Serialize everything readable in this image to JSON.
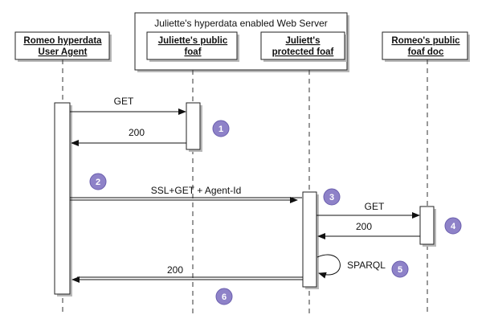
{
  "server_group": {
    "title": "Juliette's hyperdata enabled Web Server"
  },
  "participants": [
    {
      "id": "romeo-agent",
      "line1": "Romeo hyperdata",
      "line2": "User Agent"
    },
    {
      "id": "juliette-public",
      "line1": "Juliette's public",
      "line2": "foaf"
    },
    {
      "id": "juliett-protected",
      "line1": "Juliett's",
      "line2": "protected foaf"
    },
    {
      "id": "romeo-public",
      "line1": "Romeo's public",
      "line2": "foaf doc"
    }
  ],
  "messages": [
    {
      "label": "GET"
    },
    {
      "label": "200"
    },
    {
      "label": "SSL+GET + Agent-Id"
    },
    {
      "label": "GET"
    },
    {
      "label": "200"
    },
    {
      "label": "SPARQL"
    },
    {
      "label": "200"
    }
  ],
  "steps": [
    "1",
    "2",
    "3",
    "4",
    "5",
    "6"
  ],
  "colors": {
    "step_badge": "#8e82c8",
    "step_badge_border": "#6b5fae",
    "shadow": "#b9b9b9"
  }
}
